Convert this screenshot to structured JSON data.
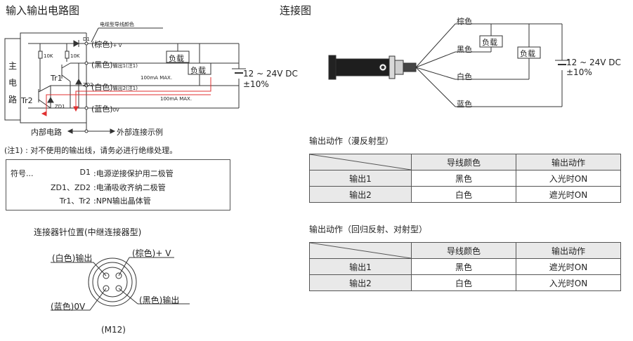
{
  "circuit": {
    "title": "输入输出电路图",
    "cable_color_label": "电缆型导线颜色",
    "main_circuit": [
      "主",
      "电",
      "路"
    ],
    "d1": "D1",
    "r1": "10K",
    "r2": "10K",
    "tr1": "Tr1",
    "tr2": "Tr2",
    "zd1": "ZD1",
    "zd2": "ZD2",
    "brown": "(棕色)",
    "plus_v": "+ V",
    "black": "(黑色)",
    "out1": "输出1(注1)",
    "white": "(白色)",
    "out2": "输出2(注1)",
    "blue": "(蓝色)",
    "zero_v": "0V",
    "max1": "100mA MAX.",
    "max2": "100mA MAX.",
    "load1": "负载",
    "load2": "负载",
    "supply": "12 ~ 24V DC",
    "supply_tol": "±10%",
    "internal": "内部电路",
    "external": "外部连接示例"
  },
  "note": "(注1) : 对不使用的输出线，请务必进行绝缘处理。",
  "legend": {
    "prefix": "符号...",
    "rows": [
      {
        "sym": "D1",
        "desc": ":电源逆接保护用二极管"
      },
      {
        "sym": "ZD1、ZD2",
        "desc": ":电涌吸收齐纳二极管"
      },
      {
        "sym": "Tr1、Tr2",
        "desc": ":NPN输出晶体管"
      }
    ]
  },
  "connector": {
    "title": "连接器针位置(中继连接器型)",
    "white_out": "(白色)输出",
    "brown_v": "(棕色)+ V",
    "blue_0v": "(蓝色)0V",
    "black_out": "(黑色)输出",
    "model": "(M12)"
  },
  "wiring": {
    "title": "连接图",
    "brown": "棕色",
    "black": "黑色",
    "white": "白色",
    "blue": "蓝色",
    "load1": "负载",
    "load2": "负载",
    "supply": "12 ~ 24V DC",
    "supply_tol": "±10%"
  },
  "table1": {
    "title": "输出动作（漫反射型）",
    "headers": [
      "",
      "导线颜色",
      "输出动作"
    ],
    "rows": [
      [
        "输出1",
        "黑色",
        "入光时ON"
      ],
      [
        "输出2",
        "白色",
        "遮光时ON"
      ]
    ]
  },
  "table2": {
    "title": "输出动作（回归反射、对射型）",
    "headers": [
      "",
      "导线颜色",
      "输出动作"
    ],
    "rows": [
      [
        "输出1",
        "黑色",
        "遮光时ON"
      ],
      [
        "输出2",
        "白色",
        "入光时ON"
      ]
    ]
  },
  "colors": {
    "line": "#333333",
    "current": "#e03030",
    "header_bg": "#e9e9e9"
  }
}
